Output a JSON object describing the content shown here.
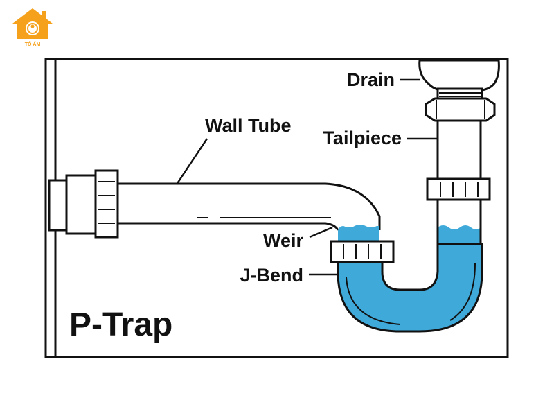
{
  "brand": {
    "logo_text": "TỔ ẤM",
    "color": "#F5A11C"
  },
  "diagram": {
    "title": "P-Trap",
    "labels": {
      "drain": "Drain",
      "wall_tube": "Wall Tube",
      "tailpiece": "Tailpiece",
      "weir": "Weir",
      "j_bend": "J-Bend"
    },
    "colors": {
      "water": "#3FA9DA",
      "water_dark": "#2B8CC0",
      "outline": "#111111",
      "background": "#FFFFFF"
    }
  }
}
